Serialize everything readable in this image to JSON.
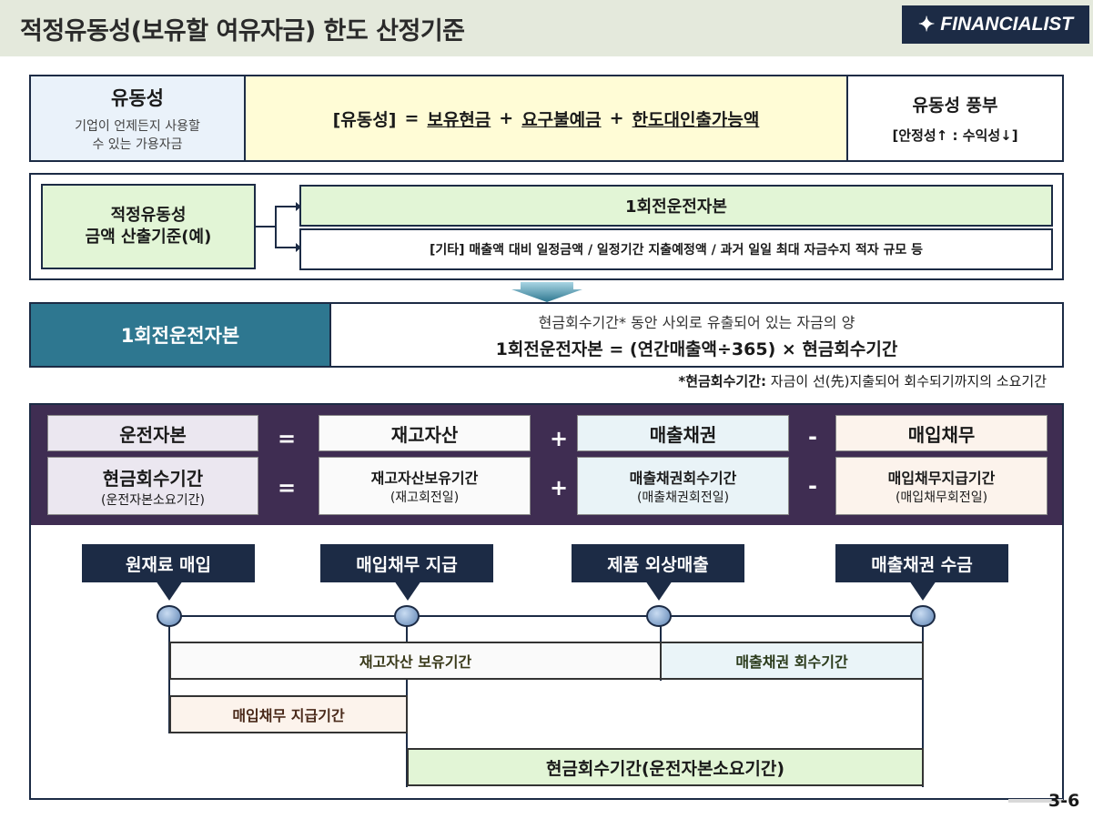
{
  "header": {
    "title": "적정유동성(보유할 여유자금) 한도 산정기준",
    "logo": "FINANCIALIST"
  },
  "liquidity": {
    "label": "유동성",
    "desc1": "기업이 언제든지 사용할",
    "desc2": "수 있는 가용자금",
    "formula_lhs": "[유동성]",
    "eq": "=",
    "term1": "보유현금",
    "plus": "+",
    "term2": "요구불예금",
    "term3": "한도대인출가능액",
    "abundant": "유동성 풍부",
    "tradeoff": "[안정성↑ : 수익성↓]"
  },
  "criteria": {
    "label1": "적정유동성",
    "label2": "금액 산출기준(예)",
    "top": "1회전운전자본",
    "bottom": "[기타] 매출액 대비 일정금액 / 일정기간 지출예정액 / 과거 일일 최대 자금수지 적자 규모 등"
  },
  "wc": {
    "label": "1회전운전자본",
    "desc": "현금회수기간* 동안 사외로 유출되어 있는 자금의 양",
    "formula": "1회전운전자본 = (연간매출액÷365) × 현금회수기간",
    "note_bold": "*현금회수기간:",
    "note_rest": " 자금이 선(先)지출되어 회수되기까지의 소요기간"
  },
  "equation": {
    "row1": {
      "a": "운전자본",
      "eq": "=",
      "b": "재고자산",
      "plus": "+",
      "c": "매출채권",
      "minus": "-",
      "d": "매입채무"
    },
    "row2": {
      "a": "현금회수기간",
      "a_sub": "(운전자본소요기간)",
      "eq": "=",
      "b": "재고자산보유기간",
      "b_sub": "(재고회전일)",
      "plus": "+",
      "c": "매출채권회수기간",
      "c_sub": "(매출채권회전일)",
      "minus": "-",
      "d": "매입채무지급기간",
      "d_sub": "(매입채무회전일)"
    }
  },
  "timeline": {
    "events": [
      "원재료 매입",
      "매입채무 지급",
      "제품 외상매출",
      "매출채권 수금"
    ],
    "inventory": "재고자산 보유기간",
    "receivable": "매출채권 회수기간",
    "payable": "매입채무 지급기간",
    "cash": "현금회수기간(운전자본소요기간)"
  },
  "colors": {
    "navy": "#1c2b45",
    "purple": "#3f2d52",
    "teal": "#2e7790",
    "yellow": "#fffcd6",
    "green": "#e2f5d6"
  },
  "page_number": "3-6"
}
